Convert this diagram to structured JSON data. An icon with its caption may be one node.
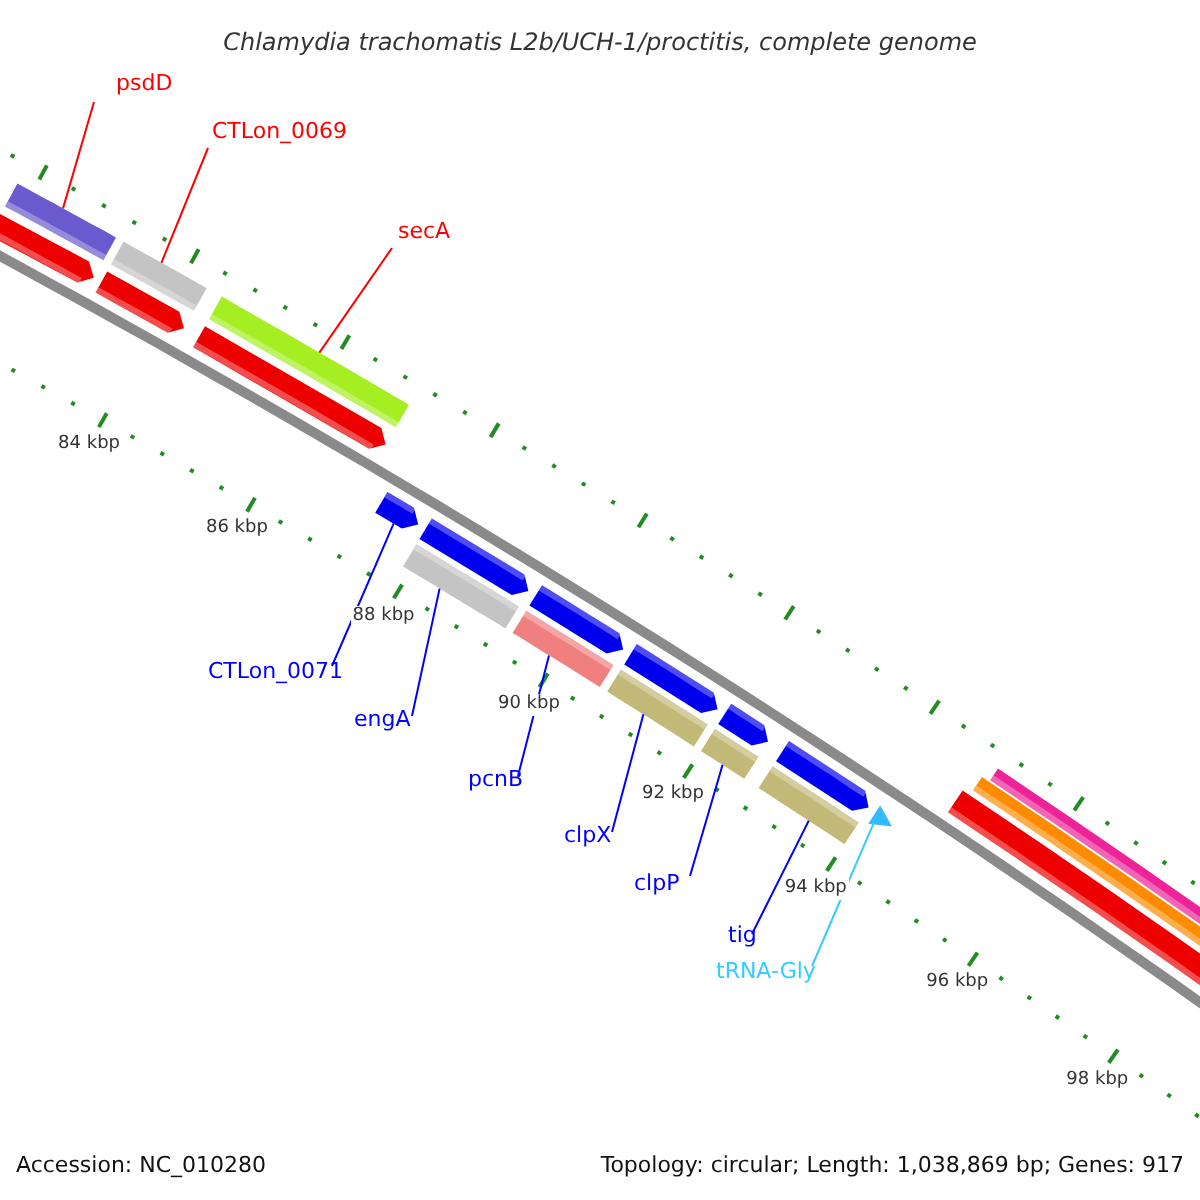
{
  "diagram": {
    "title": "Chlamydia trachomatis L2b/UCH-1/proctitis, complete genome",
    "nodes": [
      {
        "text": [
          "psdD"
        ]
      },
      {
        "text": [],
        "shape": "bar"
      },
      {
        "text": [
          "CTLon_0069"
        ]
      },
      {
        "text": [],
        "shape": "bar"
      },
      {
        "text": [
          "secA"
        ]
      },
      {
        "text": [],
        "shape": "bar"
      },
      {
        "text": [
          "CTLon_0071"
        ]
      },
      {
        "text": [],
        "shape": "arrow"
      },
      {
        "text": [
          "engA"
        ]
      },
      {
        "text": [],
        "shape": "bar"
      },
      {
        "text": [
          "pcnB"
        ]
      },
      {
        "text": [],
        "shape": "bar"
      },
      {
        "text": [
          "clpX"
        ]
      },
      {
        "text": [],
        "shape": "bar"
      },
      {
        "text": [
          "clpP"
        ]
      },
      {
        "text": [],
        "shape": "bar"
      },
      {
        "text": [
          "tig"
        ]
      },
      {
        "text": [],
        "shape": "bar"
      },
      {
        "text": [
          "tRNA-Gly"
        ]
      },
      {
        "text": [],
        "shape": "triangle"
      }
    ],
    "edges": [
      {
        "from": 0,
        "to": 1,
        "arrow": "none",
        "color": "#ff0000"
      },
      {
        "from": 2,
        "to": 3,
        "arrow": "none",
        "color": "#ff0000"
      },
      {
        "from": 4,
        "to": 5,
        "arrow": "none",
        "color": "#ff0000"
      },
      {
        "from": 6,
        "to": 7,
        "arrow": "none"
      },
      {
        "from": 8,
        "to": 9,
        "arrow": "none"
      },
      {
        "from": 10,
        "to": 11,
        "arrow": "none"
      },
      {
        "from": 12,
        "to": 13,
        "arrow": "none"
      },
      {
        "from": 14,
        "to": 15,
        "arrow": "none"
      },
      {
        "from": 16,
        "to": 17,
        "arrow": "none"
      },
      {
        "from": 18,
        "to": 19,
        "arrow": "none",
        "color": "#33ccff"
      }
    ],
    "labels": [
      "84 kbp",
      "86 kbp",
      "88 kbp",
      "90 kbp",
      "92 kbp",
      "94 kbp",
      "96 kbp",
      "98 kbp",
      "Accession: NC_010280",
      "Topology: circular; Length: 1,038,869 bp; Genes: 917"
    ]
  }
}
